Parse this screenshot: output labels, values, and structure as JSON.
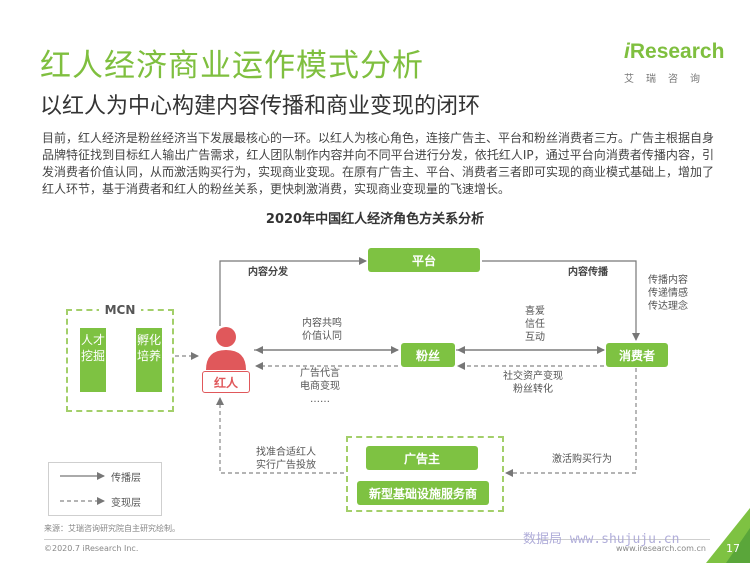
{
  "header": {
    "title": "红人经济商业运作模式分析",
    "subtitle": "以红人为中心构建内容传播和商业变现的闭环"
  },
  "logo": {
    "brand_prefix": "i",
    "brand_word": "Research",
    "brand_cn": "艾瑞咨询",
    "color": "#7fbf3f"
  },
  "description": "目前，红人经济是粉丝经济当下发展最核心的一环。以红人为核心角色，连接广告主、平台和粉丝消费者三方。广告主根据自身品牌特征找到目标红人输出广告需求，红人团队制作内容并向不同平台进行分发，依托红人IP，通过平台向消费者传播内容，引发消费者价值认同，从而激活购买行为，实现商业变现。在原有广告主、平台、消费者三者即可实现的商业模式基础上，增加了红人环节，基于消费者和红人的粉丝关系，更快刺激消费，实现商业变现量的飞速增长。",
  "diagram": {
    "title": "2020年中国红人经济角色方关系分析",
    "nodes": {
      "platform": "平台",
      "fans": "粉丝",
      "consumer": "消费者",
      "influencer": "红人",
      "advertiser": "广告主",
      "infra_service": "新型基础设施服务商",
      "mcn": "MCN",
      "talent_mining": "人才挖掘",
      "incubation": "孵化培养"
    },
    "edge_labels": {
      "content_distribution": "内容分发",
      "content_dissemination": "内容传播",
      "spread": [
        "传播内容",
        "传递情感",
        "传达理念"
      ],
      "resonance": [
        "内容共鸣",
        "价值认同"
      ],
      "affection": [
        "喜爱",
        "信任",
        "互动"
      ],
      "ad_endorse": [
        "广告代言",
        "电商变现",
        "……"
      ],
      "social_asset": [
        "社交资产变现",
        "粉丝转化"
      ],
      "find_influencer": [
        "找准合适红人",
        "实行广告投放"
      ],
      "activate_purchase": "激活购买行为"
    },
    "legend": {
      "solid": "传播层",
      "dashed": "变现层"
    },
    "colors": {
      "accent_green": "#7ec242",
      "influencer_red": "#e0585b",
      "line": "#777777"
    }
  },
  "footer": {
    "source": "来源：艾瑞咨询研究院自主研究绘制。",
    "copyright": "©2020.7 iResearch Inc.",
    "url": "www.iresearch.com.cn",
    "page": "17",
    "watermark": "数据局 www.shujuju.cn"
  }
}
